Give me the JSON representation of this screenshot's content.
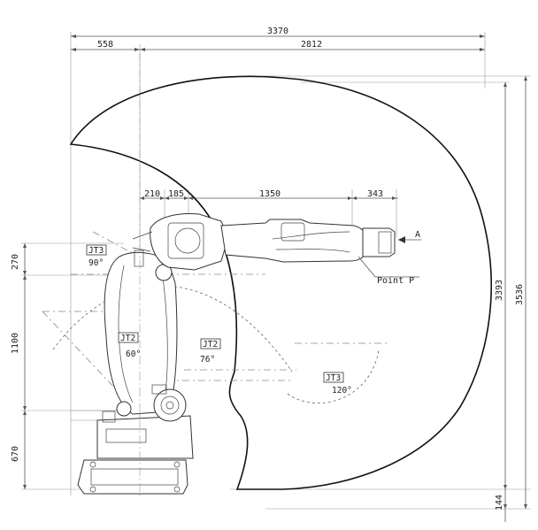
{
  "dimensions": {
    "top_total": "3370",
    "top_left": "558",
    "top_right": "2812",
    "mid_a": "210",
    "mid_b": "185",
    "mid_c": "1350",
    "mid_d": "343",
    "left_270": "270",
    "left_1100": "1100",
    "left_670": "670",
    "right_3393": "3393",
    "right_3536": "3536",
    "bottom_144": "144"
  },
  "labels": {
    "jt3_top": "JT3",
    "jt3_top_angle": "90°",
    "jt2_left": "JT2",
    "jt2_left_angle": "60°",
    "jt2_right": "JT2",
    "jt2_right_angle": "76°",
    "jt3_bottom": "JT3",
    "jt3_bottom_angle": "120°",
    "point_p": "Point P",
    "view_a": "A"
  },
  "colors": {
    "line": "#111111",
    "dimension": "#555555"
  }
}
